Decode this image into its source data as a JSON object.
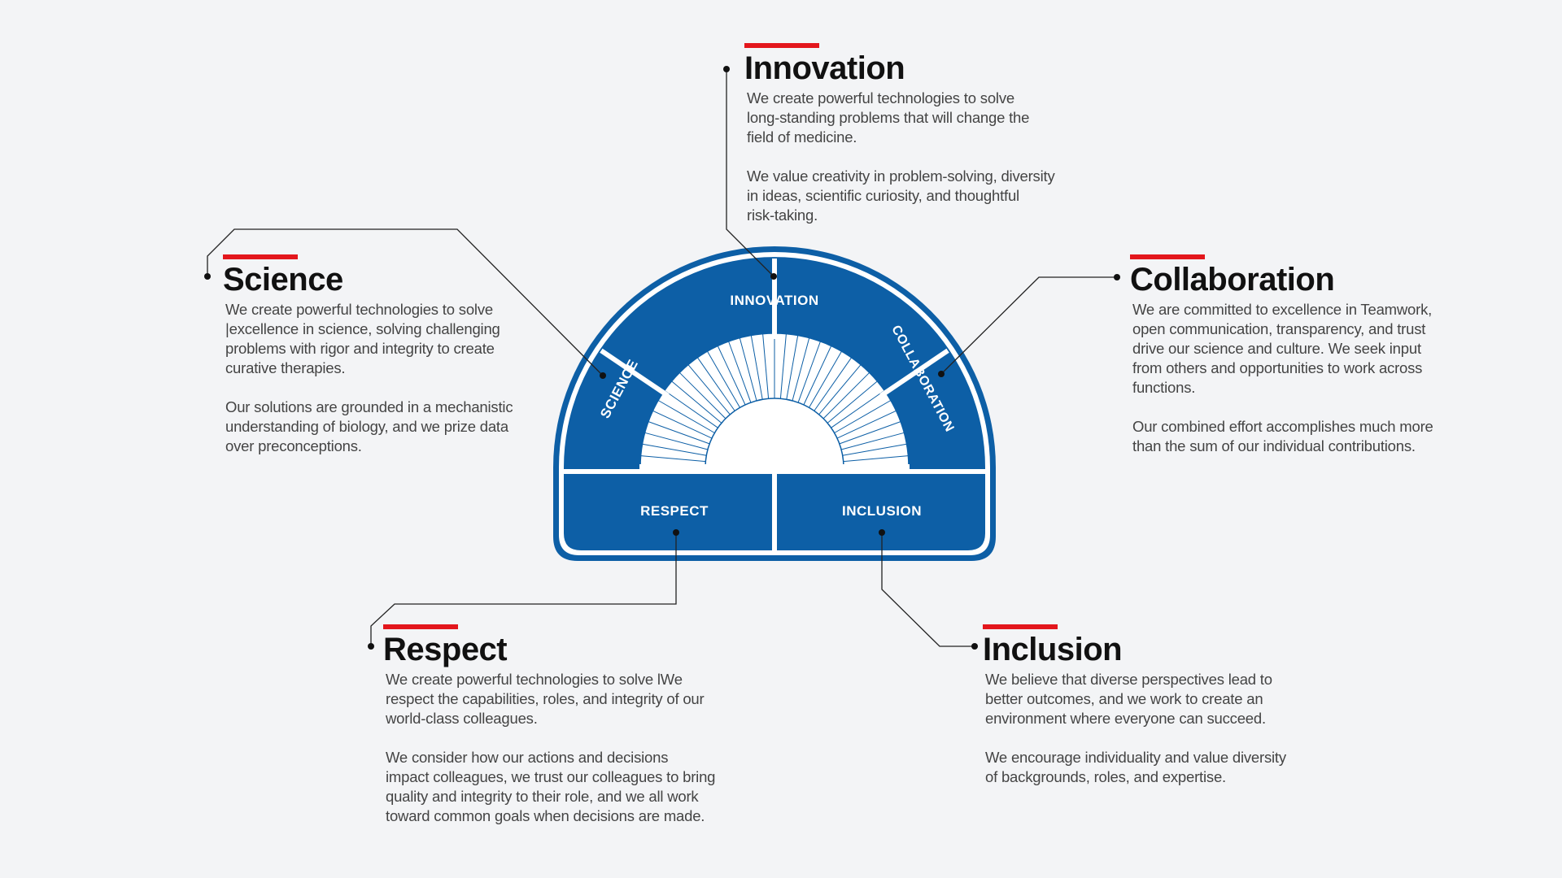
{
  "colors": {
    "primary_blue": "#0d5fa6",
    "accent_red": "#e3161c",
    "connector": "#222222",
    "background": "#f3f4f6"
  },
  "diagram": {
    "segments": {
      "innovation": "INNOVATION",
      "science": "SCIENCE",
      "collaboration": "COLLABORATION",
      "respect": "RESPECT",
      "inclusion": "INCLUSION"
    }
  },
  "values": {
    "innovation": {
      "title": "Innovation",
      "paragraphs": [
        "We create powerful technologies to solve\nlong-standing problems that will change the\nfield of medicine.",
        "We value creativity in problem-solving, diversity\nin ideas, scientific curiosity, and thoughtful\nrisk-taking."
      ]
    },
    "science": {
      "title": "Science",
      "paragraphs": [
        "We create powerful technologies to solve\n|excellence in science, solving challenging\nproblems with rigor and integrity to create\ncurative therapies.",
        "Our solutions are grounded in a mechanistic\nunderstanding of biology, and we prize data\nover preconceptions."
      ]
    },
    "collaboration": {
      "title": "Collaboration",
      "paragraphs": [
        "We are committed to excellence in Teamwork,\nopen communication, transparency, and trust\ndrive our science and culture. We seek input\nfrom others and opportunities to work across\nfunctions.",
        "Our combined effort accomplishes much more\nthan the sum of our individual contributions."
      ]
    },
    "respect": {
      "title": "Respect",
      "paragraphs": [
        "We create powerful technologies to solve lWe\nrespect the capabilities, roles, and integrity of our\nworld-class colleagues.",
        "We consider how our actions and decisions\nimpact colleagues, we trust our colleagues to bring\nquality and integrity to their role, and we all work\ntoward common goals when decisions are made."
      ]
    },
    "inclusion": {
      "title": "Inclusion",
      "paragraphs": [
        "We believe that diverse perspectives lead to\nbetter outcomes, and we work to create an\nenvironment where everyone can succeed.",
        "We encourage individuality and value diversity\nof backgrounds, roles, and expertise."
      ]
    }
  }
}
